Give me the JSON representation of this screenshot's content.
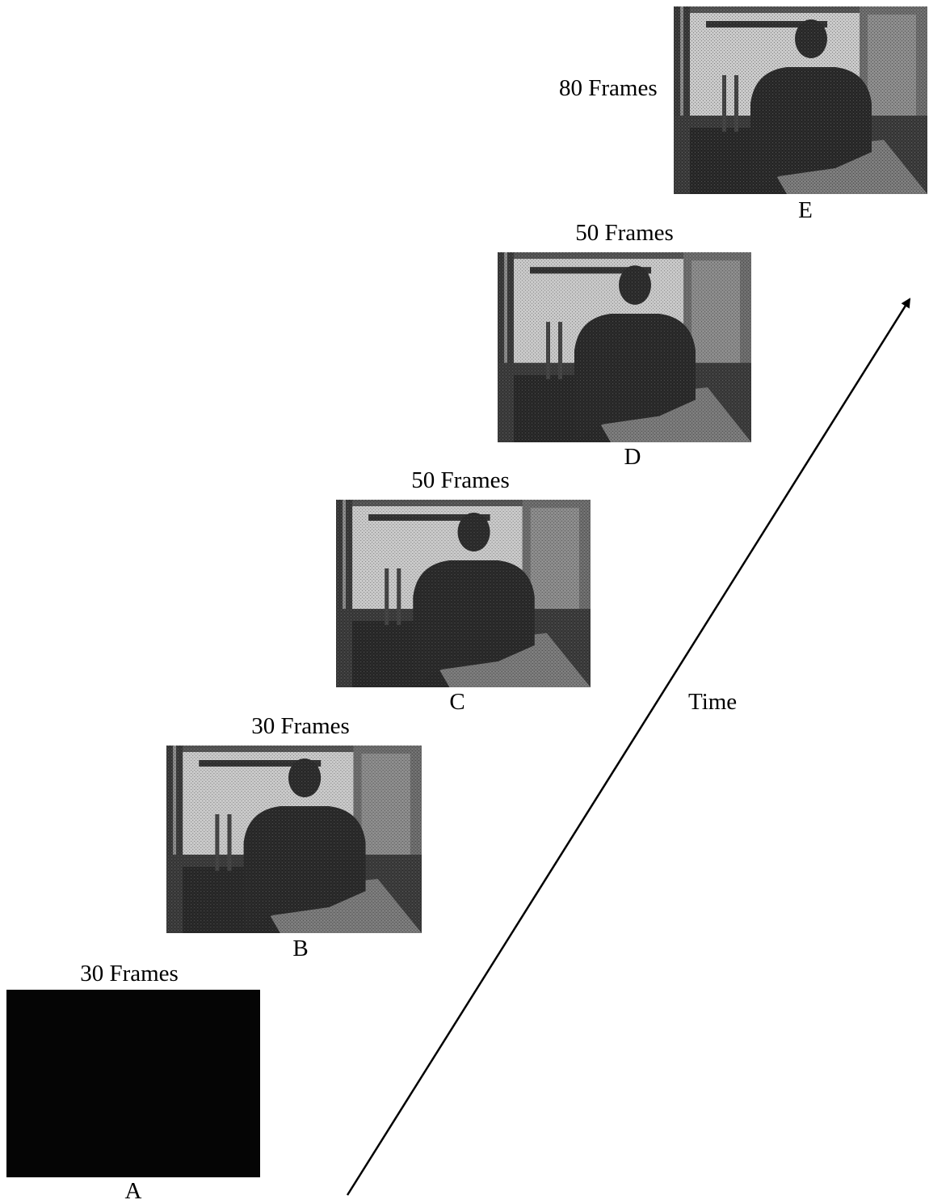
{
  "frames": [
    {
      "id": "A",
      "label": "A",
      "duration": "30 Frames",
      "dark": true
    },
    {
      "id": "B",
      "label": "B",
      "duration": "30 Frames",
      "dark": false
    },
    {
      "id": "C",
      "label": "C",
      "duration": "50 Frames",
      "dark": false
    },
    {
      "id": "D",
      "label": "D",
      "duration": "50 Frames",
      "dark": false
    },
    {
      "id": "E",
      "label": "E",
      "duration": "80 Frames",
      "dark": false
    }
  ],
  "axis": {
    "label": "Time"
  }
}
